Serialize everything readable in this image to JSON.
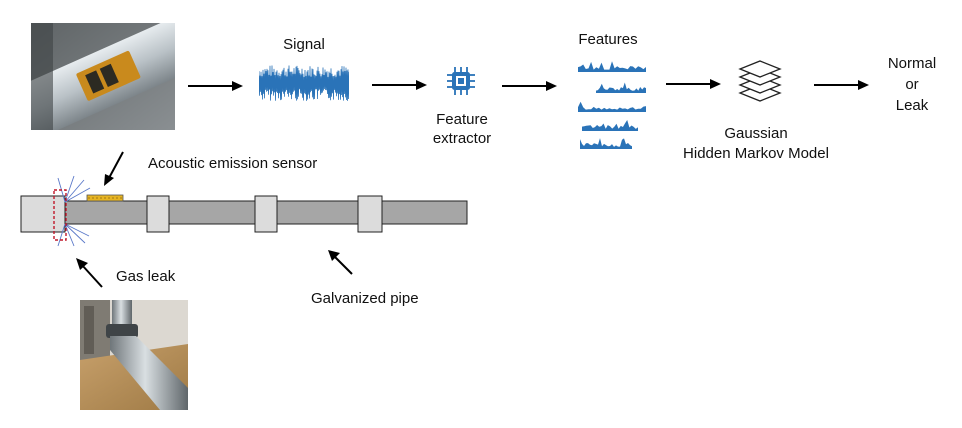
{
  "labels": {
    "signal": "Signal",
    "features": "Features",
    "feature_extractor_l1": "Feature",
    "feature_extractor_l2": "extractor",
    "model_l1": "Gaussian",
    "model_l2": "Hidden Markov Model",
    "output_l1": "Normal",
    "output_l2": "or",
    "output_l3": "Leak",
    "sensor": "Acoustic emission sensor",
    "gas_leak": "Gas leak",
    "pipe": "Galvanized pipe"
  },
  "icons": {
    "chip": "chip-icon",
    "layers": "layers-icon",
    "waveform": "waveform-icon",
    "features": "feature-bars-icon"
  },
  "colors": {
    "signal_blue": "#2a73b8",
    "pipe_fill": "#a6a6a6",
    "collar_fill": "#dcdcdc",
    "sensor_yellow": "#e6b422",
    "leak_dash": "#c0182a",
    "leak_lines": "#5a78c8"
  }
}
